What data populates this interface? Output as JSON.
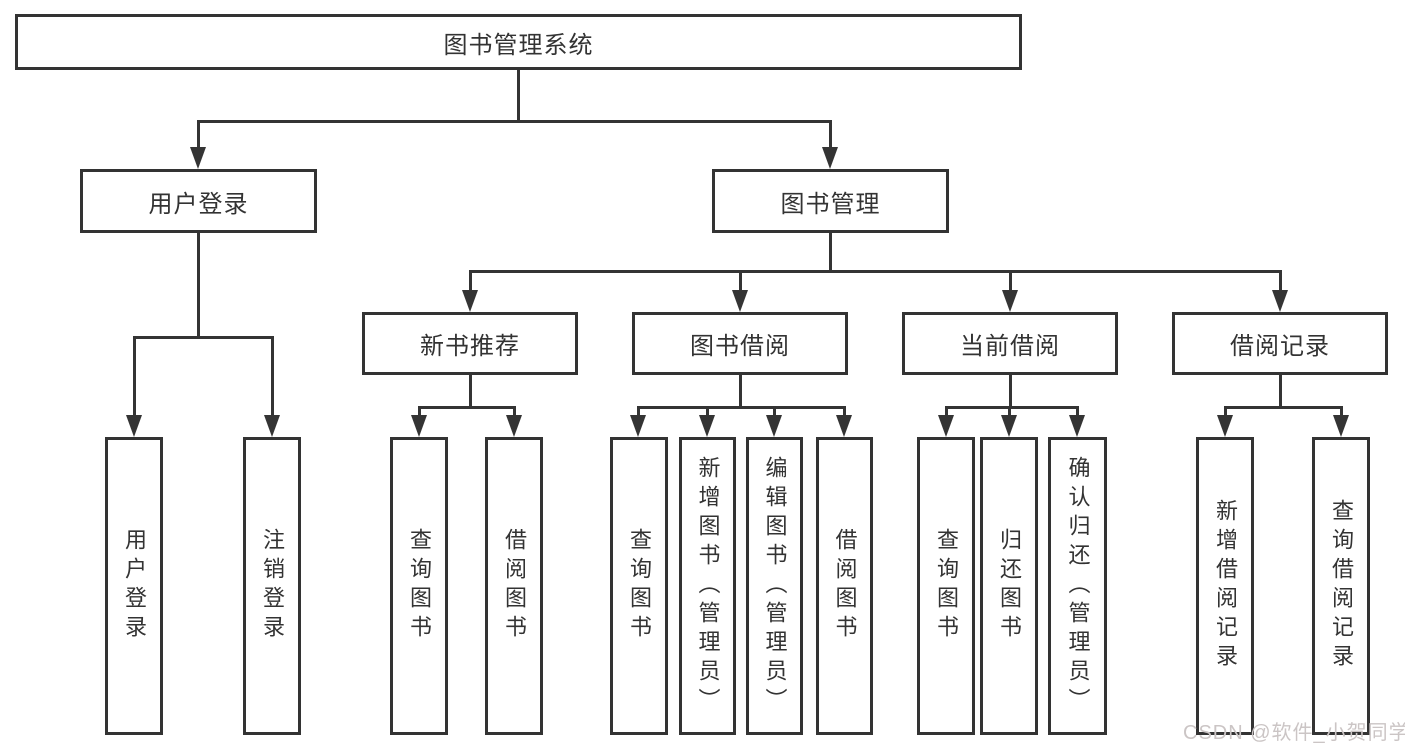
{
  "tree": {
    "root": {
      "label": "图书管理系统"
    },
    "branches": [
      {
        "label": "用户登录",
        "children": [
          {
            "label": "用户登录"
          },
          {
            "label": "注销登录"
          }
        ]
      },
      {
        "label": "图书管理",
        "sections": [
          {
            "label": "新书推荐",
            "children": [
              {
                "label": "查询图书"
              },
              {
                "label": "借阅图书"
              }
            ]
          },
          {
            "label": "图书借阅",
            "children": [
              {
                "label": "查询图书"
              },
              {
                "label": "新增图书（管理员）"
              },
              {
                "label": "编辑图书（管理员）"
              },
              {
                "label": "借阅图书"
              }
            ]
          },
          {
            "label": "当前借阅",
            "children": [
              {
                "label": "查询图书"
              },
              {
                "label": "归还图书"
              },
              {
                "label": "确认归还（管理员）"
              }
            ]
          },
          {
            "label": "借阅记录",
            "children": [
              {
                "label": "新增借阅记录"
              },
              {
                "label": "查询借阅记录"
              }
            ]
          }
        ]
      }
    ]
  },
  "watermark": {
    "text": "CSDN @软件_小贺同学"
  },
  "colors": {
    "line": "#343434",
    "border": "#333333",
    "text": "#333333",
    "watermark": "#cbc5c5",
    "background": "#ffffff"
  }
}
